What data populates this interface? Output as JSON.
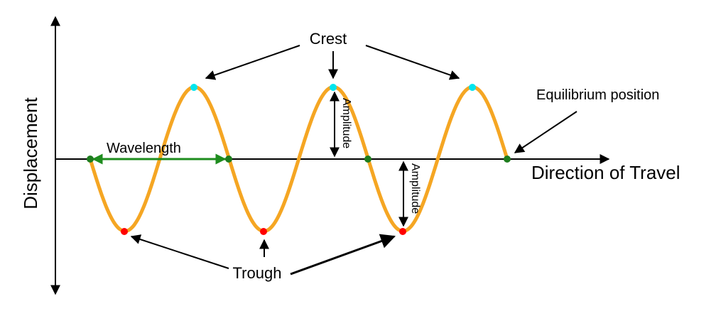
{
  "diagram": {
    "y_axis_label": "Displacement",
    "x_axis_label": "Direction of Travel",
    "labels": {
      "crest": "Crest",
      "trough": "Trough",
      "wavelength": "Wavelength",
      "equilibrium": "Equilibrium position",
      "amplitude_upper": "Amplitude",
      "amplitude_lower": "Amplitude"
    },
    "colors": {
      "wave": "#f5a623",
      "crest_dot": "#00e5ee",
      "trough_dot": "#ff0000",
      "equilibrium_dot": "#1e7d1e",
      "wavelength_arrow": "#1e8c1e",
      "axis": "#000000"
    }
  }
}
